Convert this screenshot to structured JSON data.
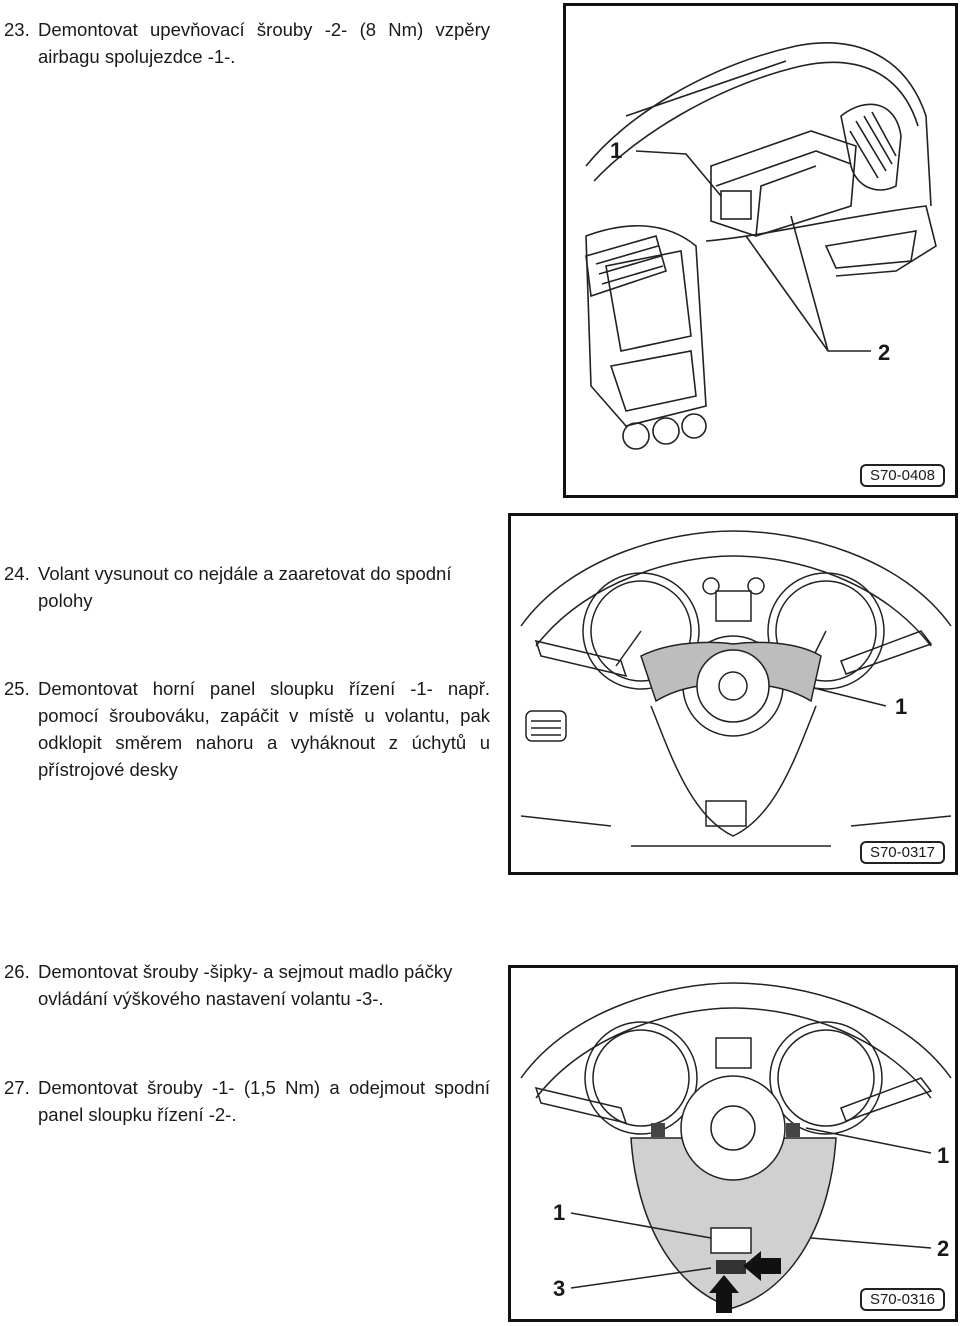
{
  "steps": [
    {
      "num": "23.",
      "text": "Demontovat upevňovací šrouby -2- (8 Nm) vzpěry airbagu spolujezdce -1-."
    },
    {
      "num": "24.",
      "text": "Volant vysunout co nejdále a zaaretovat do spodní polohy"
    },
    {
      "num": "25.",
      "text": "Demontovat horní panel sloupku řízení -1- např. pomocí šroubováku, zapáčit v místě u volantu, pak odklopit směrem nahoru a vyháknout z úchytů u přístrojové desky"
    },
    {
      "num": "26.",
      "text": "Demontovat šrouby -šipky- a sejmout madlo páčky ovládání výškového nastavení volantu -3-."
    },
    {
      "num": "27.",
      "text": "Demontovat šrouby -1- (1,5 Nm) a odejmout spodní panel sloupku řízení -2-."
    }
  ],
  "figures": [
    {
      "code": "S70-0408",
      "callouts": [
        "1",
        "2"
      ]
    },
    {
      "code": "S70-0317",
      "callouts": [
        "1"
      ]
    },
    {
      "code": "S70-0316",
      "callouts": [
        "1",
        "1",
        "2",
        "3"
      ]
    }
  ]
}
